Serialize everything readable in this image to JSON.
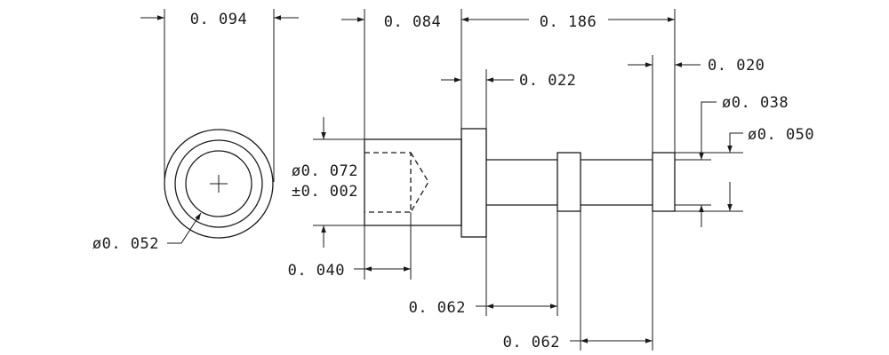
{
  "dimensions": {
    "end_view_width": "0. 094",
    "bore_depth": "0. 084",
    "overall_length": "0. 186",
    "flange_thickness": "0. 022",
    "tail_length": "0. 020",
    "tail_diameter": "ø0. 038",
    "shaft_diameter": "ø0. 050",
    "cup_diameter": "ø0. 072",
    "cup_tolerance": "±0. 002",
    "inner_diameter": "ø0. 052",
    "cup_inner_depth": "0. 040",
    "ring1_offset": "0. 062",
    "ring2_offset": "0. 062"
  }
}
